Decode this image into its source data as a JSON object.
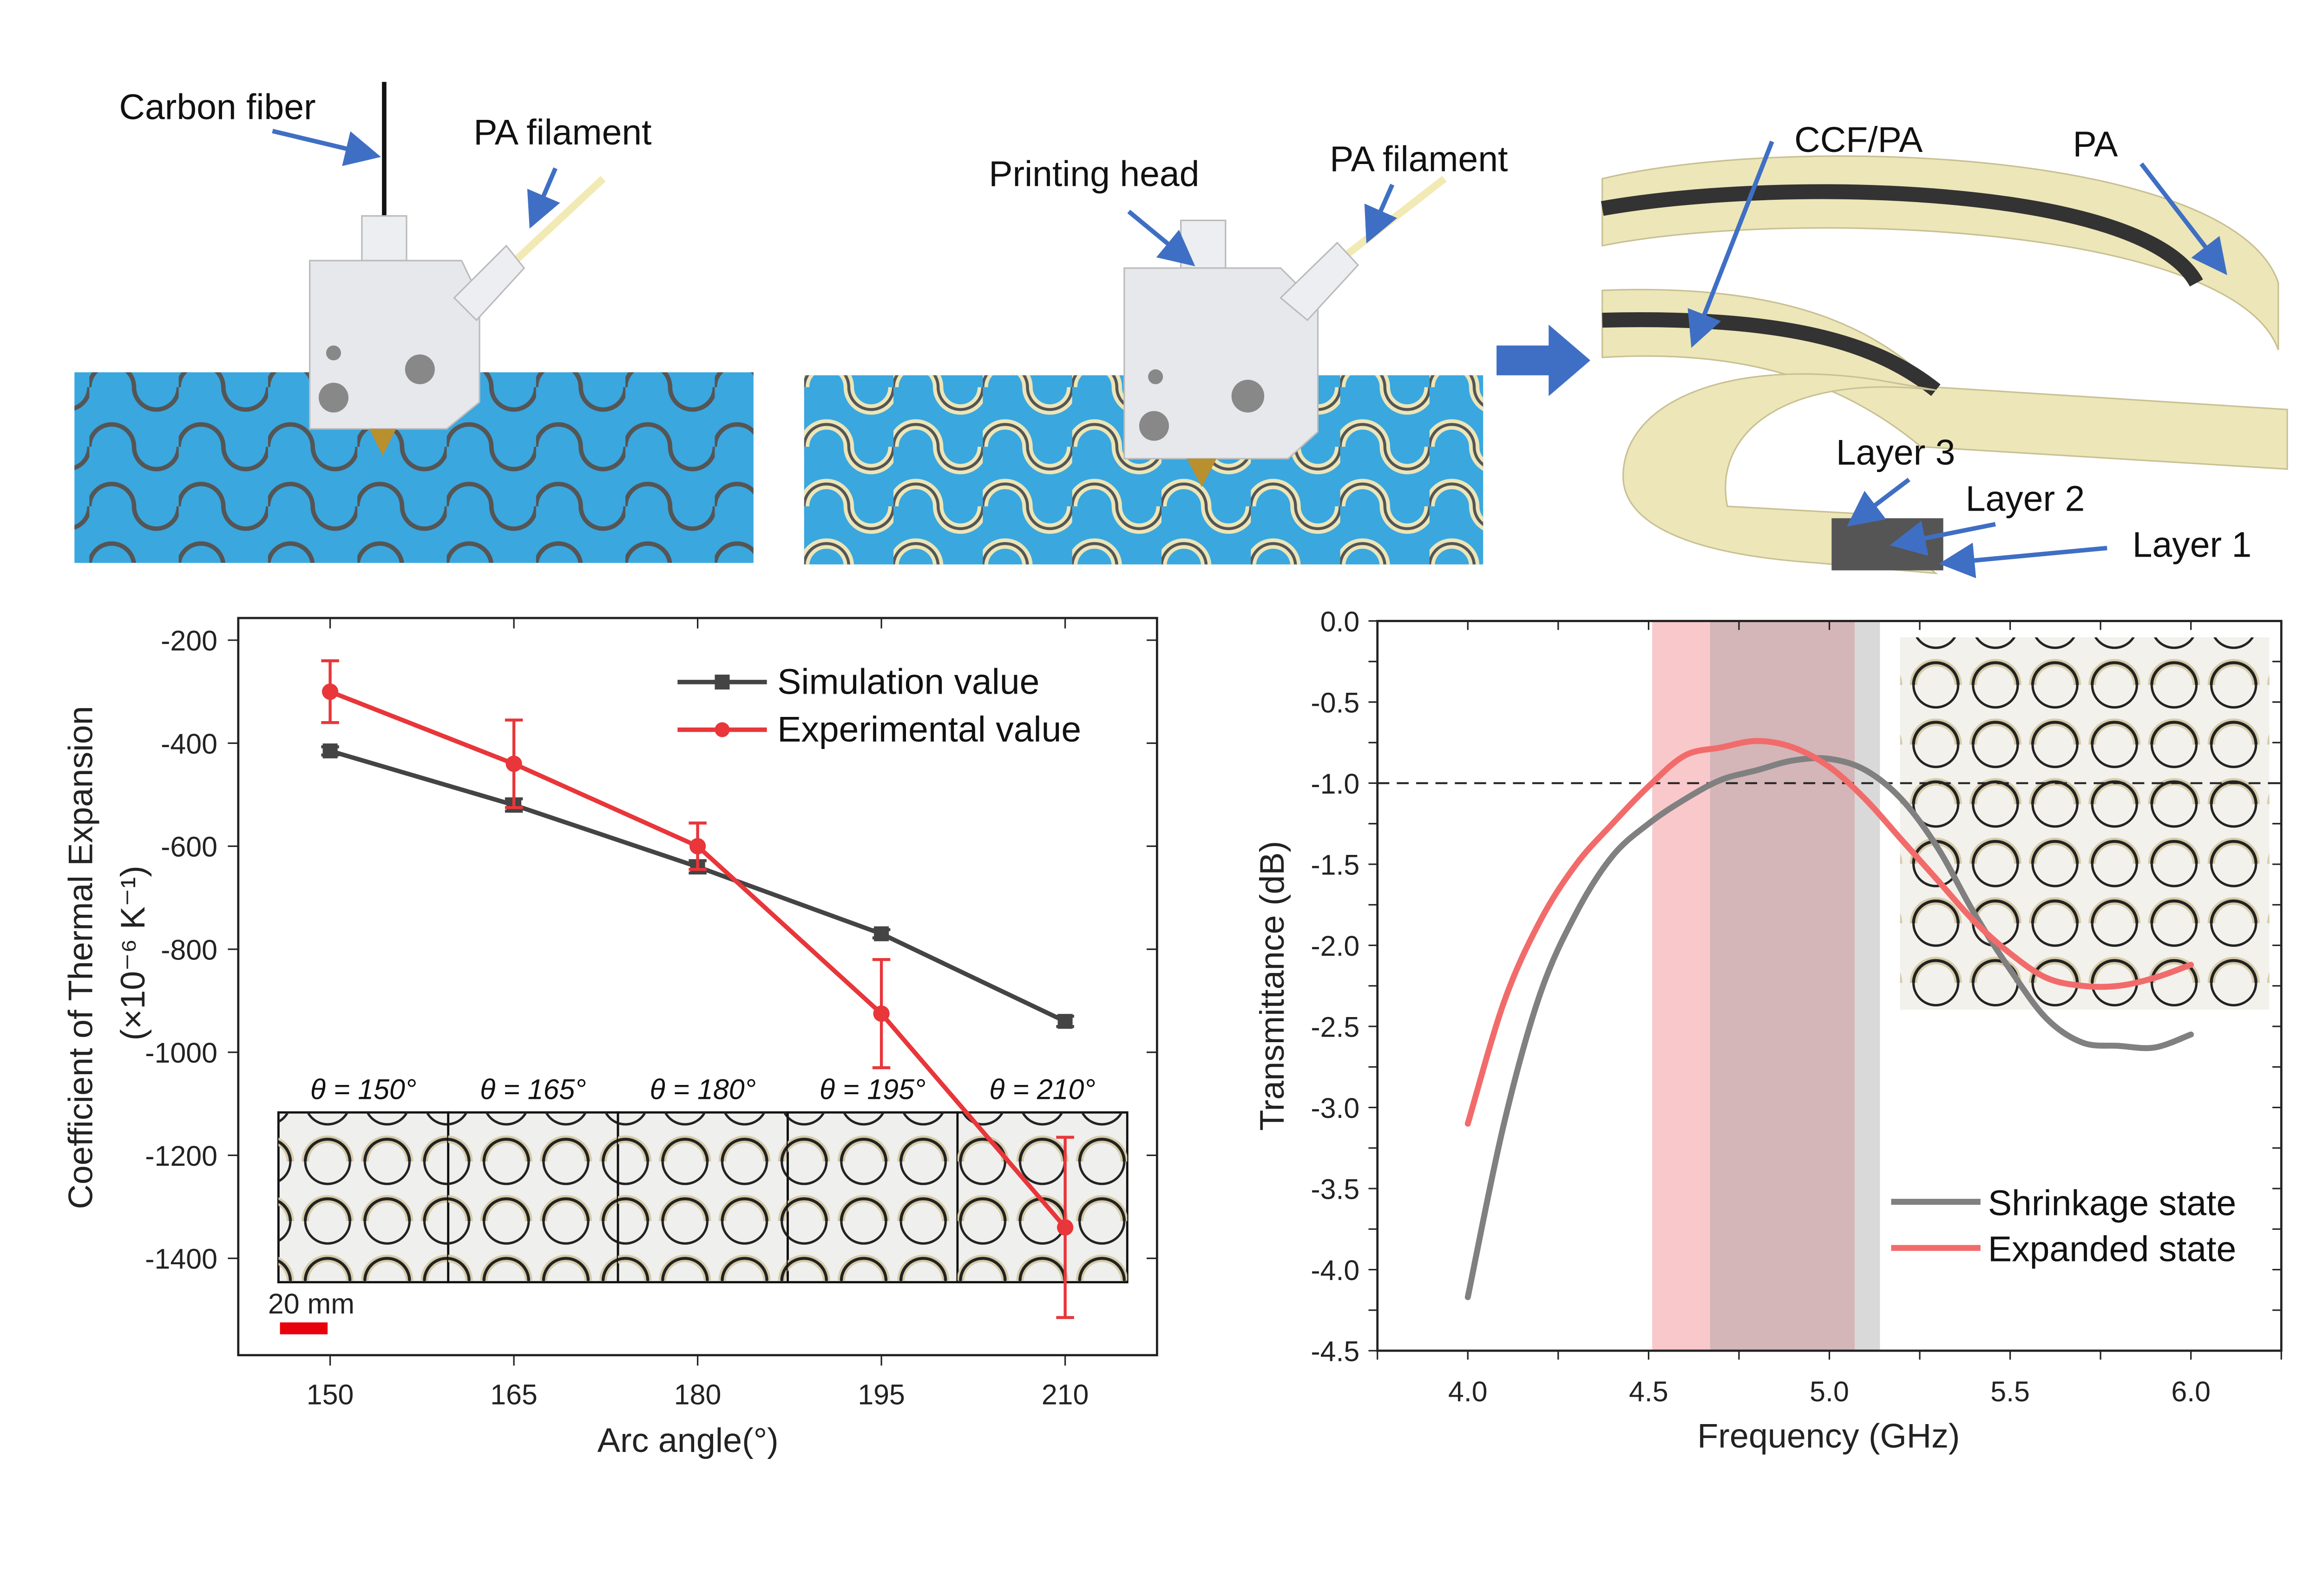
{
  "panel_a": {
    "labels": {
      "carbon_fiber": "Carbon fiber",
      "pa_filament_1": "PA filament",
      "printing_head": "Printing head",
      "pa_filament_2": "PA filament",
      "ccf_pa": "CCF/PA",
      "pa": "PA",
      "layer3": "Layer 3",
      "layer2": "Layer 2",
      "layer1": "Layer 1"
    },
    "colors": {
      "substrate": "#3aa7df",
      "pa": "#ece6b8",
      "arrow": "#3f6fc4",
      "printer": "#e8e9ec"
    }
  },
  "chart_data": [
    {
      "type": "line",
      "title": "",
      "xlabel": "Arc angle(°)",
      "ylabel": "Coefficient of Thermal Expansion",
      "ylabel_units": "(×10⁻⁶ K⁻¹)",
      "x": [
        150,
        165,
        180,
        195,
        210
      ],
      "xticks": [
        "150",
        "165",
        "180",
        "195",
        "210"
      ],
      "yticks": [
        "-200",
        "-400",
        "-600",
        "-800",
        "-1000",
        "-1200",
        "-1400"
      ],
      "ytick_values": [
        -200,
        -400,
        -600,
        -800,
        -1000,
        -1200,
        -1400
      ],
      "xlim": [
        142.5,
        217.5
      ],
      "ylim": [
        -1588,
        -157
      ],
      "legend_position": "top-right",
      "series": [
        {
          "name": "Simulation value",
          "color": "#444444",
          "marker": "square",
          "values": [
            -415,
            -520,
            -640,
            -770,
            -940
          ],
          "errors": [
            8,
            12,
            12,
            8,
            10
          ]
        },
        {
          "name": "Experimental value",
          "color": "#e8363a",
          "marker": "circle",
          "values": [
            -300,
            -440,
            -600,
            -925,
            -1340
          ],
          "errors": [
            60,
            85,
            45,
            105,
            175
          ]
        }
      ],
      "inset": {
        "labels": [
          "θ = 150°",
          "θ = 165°",
          "θ = 180°",
          "θ = 195°",
          "θ = 210°"
        ],
        "scale_bar": "20 mm"
      }
    },
    {
      "type": "line",
      "title": "",
      "xlabel": "Frequency (GHz)",
      "ylabel": "Transmittance (dB)",
      "xlim": [
        3.75,
        6.25
      ],
      "ylim": [
        -4.5,
        0
      ],
      "xticks": [
        "4.0",
        "4.5",
        "5.0",
        "5.5",
        "6.0"
      ],
      "xtick_values": [
        4.0,
        4.5,
        5.0,
        5.5,
        6.0
      ],
      "yticks": [
        "0.0",
        "-0.5",
        "-1.0",
        "-1.5",
        "-2.0",
        "-2.5",
        "-3.0",
        "-3.5",
        "-4.0",
        "-4.5"
      ],
      "ytick_values": [
        0,
        -0.5,
        -1,
        -1.5,
        -2,
        -2.5,
        -3,
        -3.5,
        -4,
        -4.5
      ],
      "reference_line": -1.0,
      "bands": [
        {
          "from": 4.51,
          "to": 4.67,
          "color": "#f8c8cb"
        },
        {
          "from": 4.67,
          "to": 5.07,
          "color": "#d4b5b8"
        },
        {
          "from": 5.07,
          "to": 5.14,
          "color": "#d9d9d9"
        }
      ],
      "legend_position": "bottom-right",
      "x": [
        4.0,
        4.1,
        4.2,
        4.3,
        4.4,
        4.5,
        4.6,
        4.7,
        4.8,
        4.9,
        5.0,
        5.1,
        5.2,
        5.3,
        5.4,
        5.5,
        5.6,
        5.7,
        5.8,
        5.9,
        6.0
      ],
      "series": [
        {
          "name": "Shrinkage state",
          "color": "#808080",
          "values": [
            -4.17,
            -3.1,
            -2.3,
            -1.8,
            -1.45,
            -1.25,
            -1.1,
            -0.98,
            -0.92,
            -0.86,
            -0.85,
            -0.92,
            -1.1,
            -1.4,
            -1.8,
            -2.15,
            -2.45,
            -2.6,
            -2.62,
            -2.63,
            -2.55
          ]
        },
        {
          "name": "Expanded state",
          "color": "#f26b6b",
          "values": [
            -3.1,
            -2.35,
            -1.85,
            -1.5,
            -1.25,
            -1.02,
            -0.83,
            -0.78,
            -0.74,
            -0.78,
            -0.9,
            -1.1,
            -1.35,
            -1.6,
            -1.85,
            -2.05,
            -2.2,
            -2.25,
            -2.25,
            -2.2,
            -2.12
          ]
        }
      ]
    }
  ]
}
